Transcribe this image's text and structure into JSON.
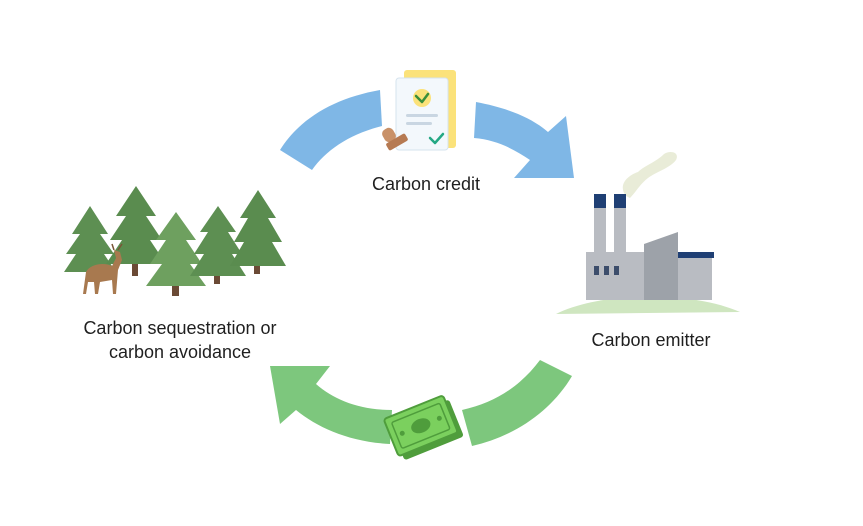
{
  "labels": {
    "carbon_credit": "Carbon credit",
    "carbon_emitter": "Carbon emitter",
    "sequestration_line1": "Carbon sequestration or",
    "sequestration_line2": "carbon avoidance"
  },
  "colors": {
    "top_arrow": "#7fb7e6",
    "bottom_arrow": "#7dc77d",
    "tree": "#5d8f52",
    "factory": "#b9bcc2",
    "chimney_top": "#1f3f74",
    "ground": "#cfe6c0",
    "money": "#6fbf52",
    "document": "#fbe27a"
  },
  "icons": [
    "document-certificate-icon",
    "stamp-icon",
    "factory-icon",
    "forest-icon",
    "deer-icon",
    "money-icon"
  ]
}
